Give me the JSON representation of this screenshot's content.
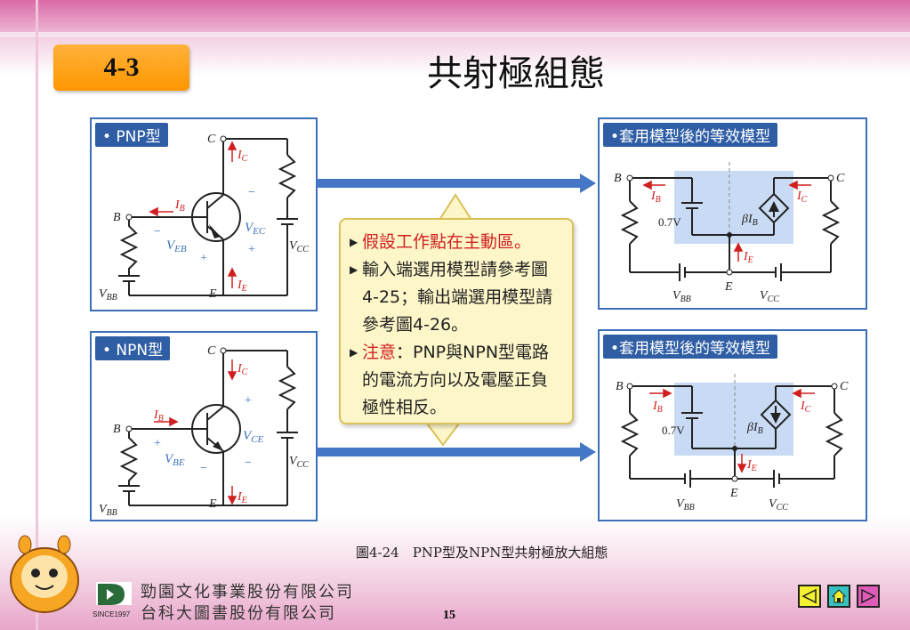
{
  "header": {
    "section": "4-3",
    "title": "共射極組態"
  },
  "panels": {
    "pnp": {
      "label": "• PNP型"
    },
    "npn": {
      "label": "• NPN型"
    },
    "eq_top": {
      "label": "•套用模型後的等效模型"
    },
    "eq_bottom": {
      "label": "•套用模型後的等效模型"
    }
  },
  "note": {
    "line1": "假設工作點在主動區。",
    "line2": "輸入端選用模型請參考圖4-25；輸出端選用模型請參考圖4-26。",
    "line3_red": "注意",
    "line3": "：PNP與NPN型電路的電流方向以及電壓正負極性相反。"
  },
  "caption": "圖4-24　PNP型及NPN型共射極放大組態",
  "company": {
    "line1": "勁園文化事業股份有限公司",
    "line2": "台科大圖書股份有限公司",
    "since": "SINCE1997"
  },
  "page_number": "15",
  "colors": {
    "accent": "#2f5ea5",
    "badge": "#ff9e1a",
    "red": "#d11f1f"
  },
  "icons": [
    "prev-icon",
    "home-icon",
    "next-icon"
  ]
}
